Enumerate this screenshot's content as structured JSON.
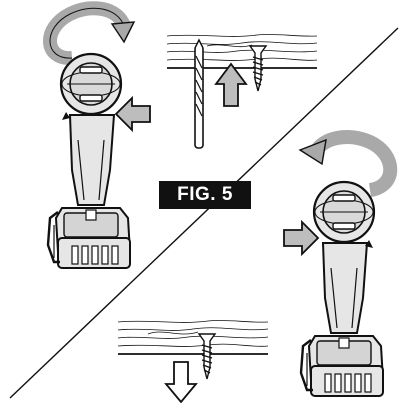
{
  "figure": {
    "label": "FIG. 5"
  },
  "panels": [
    {
      "id": "forward",
      "rotation": "clockwise",
      "switch_direction": "push-from-right",
      "arrow_direction": "up"
    },
    {
      "id": "reverse",
      "rotation": "counterclockwise",
      "switch_direction": "push-from-left",
      "arrow_direction": "down"
    }
  ],
  "colors": {
    "outline": "#111111",
    "tool_body": "#e6e6e6",
    "tool_shade": "#cfcfcf",
    "rotation_arrow": "#a9a9a9",
    "push_arrow": "#bdbdbd",
    "label_bg": "#111111",
    "label_text": "#ffffff"
  }
}
